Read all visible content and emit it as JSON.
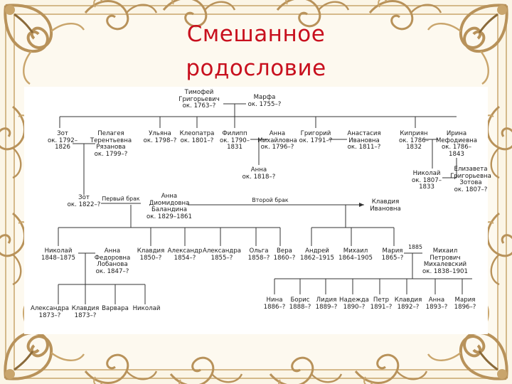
{
  "title_lines": [
    "Смешанное",
    "родословие"
  ],
  "people": {
    "timofei": "Тимофей\nГригорьевич\nок. 1763–?",
    "marfa": "Марфа\nок. 1755–?",
    "zot_sr": "Зот\nок. 1792–\n1826",
    "pelageya": "Пелагея\nТерентьевна\nРязанова\nок. 1799–?",
    "ulyana": "Ульяна\nок. 1798–?",
    "kleopatra": "Клеопатра\nок. 1801–?",
    "filipp": "Филипп\nок. 1790–\n1831",
    "anna_mikh": "Анна\nМихайловна\nок. 1796–?",
    "grigory": "Григорий\nок. 1791–?",
    "anastasia": "Анастасия\nИвановна\nок. 1811–?",
    "kipriyan": "Киприян\nок. 1786–\n1832",
    "irina": "Ирина\nМефодиевна\nок. 1786–\n1843",
    "anna_1818": "Анна\nок. 1818–?",
    "nikolai_1807": "Николай\nок. 1807–\n1833",
    "elizaveta": "Елизавета\nГригорьевна\nЗотова\nок. 1807–?",
    "zot_jr": "Зот\nок. 1822–?",
    "anna_diom": "Анна\nДиомидовна\nБаландина\nок. 1829–1861",
    "klavdiya_iv": "Клавдия\nИвановна",
    "nikolai_1848": "Николай\n1848–1875",
    "anna_feod": "Анна\nФедоровна\nЛобанова\nок. 1847–?",
    "klavdiya_1850": "Клавдия\n1850–?",
    "aleksandr_1854": "Александр\n1854–?",
    "aleksandra_1855": "Александра\n1855–?",
    "olga": "Ольга\n1858–?",
    "vera": "Вера\n1860–?",
    "andrei": "Андрей\n1862–1915",
    "mikhail_1864": "Михаил\n1864–1905",
    "mariya_1865": "Мария\n1865–?",
    "mikhail_petr": "Михаил\nПетрович\nМихалевский\nок. 1838–1901",
    "aleksandra_1873": "Александра\n1873–?",
    "klavdiya_1873": "Клавдия\n1873–?",
    "varvara": "Варвара",
    "nikolai_gc": "Николай",
    "nina": "Нина\n1886–?",
    "boris": "Борис\n1888–?",
    "lidiya": "Лидия\n1889–?",
    "nadezhda": "Надежда\n1890–?",
    "petr": "Петр\n1891–?",
    "klavdiya_1892": "Клавдия\n1892–?",
    "anna_1893": "Анна\n1893–?",
    "mariya_1896": "Мария\n1896–?"
  },
  "notes": {
    "first_marriage": "Первый брак",
    "second_marriage": "Второй брак",
    "year_1885": "1885"
  },
  "colors": {
    "title": "#c8101e",
    "ornament": "#b8925a",
    "ornament_dark": "#8a6a3a",
    "lines": "#333333"
  }
}
